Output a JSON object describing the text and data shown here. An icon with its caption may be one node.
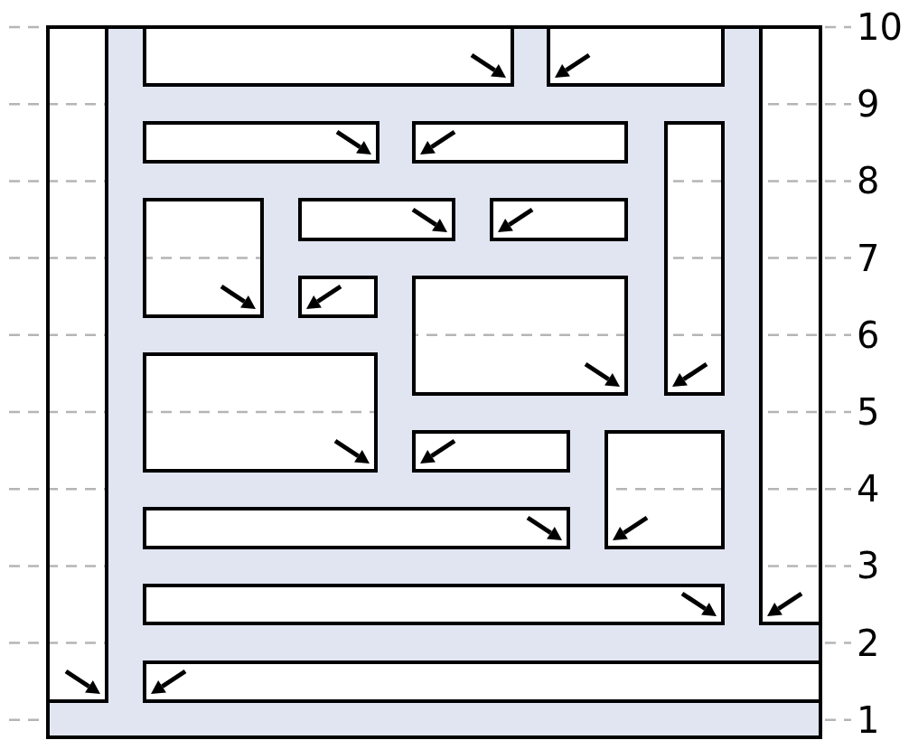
{
  "diagram": {
    "labels": [
      "10",
      "9",
      "8",
      "7",
      "6",
      "5",
      "4",
      "3",
      "2",
      "1"
    ]
  }
}
